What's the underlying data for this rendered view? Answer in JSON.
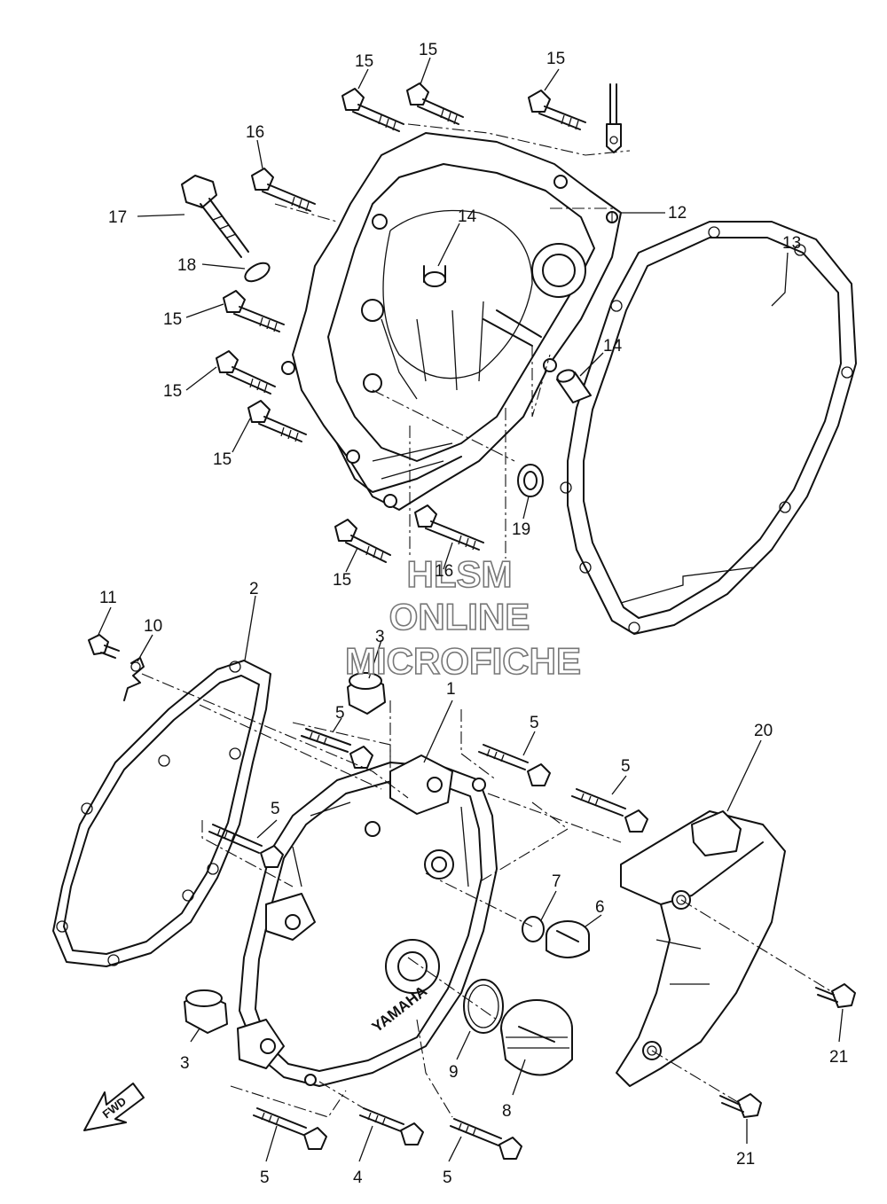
{
  "callouts": [
    {
      "id": "c15a",
      "text": "15"
    },
    {
      "id": "c15b",
      "text": "15"
    },
    {
      "id": "c15c",
      "text": "15"
    },
    {
      "id": "c16a",
      "text": "16"
    },
    {
      "id": "c17",
      "text": "17"
    },
    {
      "id": "c12",
      "text": "12"
    },
    {
      "id": "c14a",
      "text": "14"
    },
    {
      "id": "c18",
      "text": "18"
    },
    {
      "id": "c13",
      "text": "13"
    },
    {
      "id": "c15d",
      "text": "15"
    },
    {
      "id": "c14b",
      "text": "14"
    },
    {
      "id": "c15e",
      "text": "15"
    },
    {
      "id": "c15f",
      "text": "15"
    },
    {
      "id": "c19",
      "text": "19"
    },
    {
      "id": "c15g",
      "text": "15"
    },
    {
      "id": "c16b",
      "text": "16"
    },
    {
      "id": "c2",
      "text": "2"
    },
    {
      "id": "c11",
      "text": "11"
    },
    {
      "id": "c10",
      "text": "10"
    },
    {
      "id": "c3a",
      "text": "3"
    },
    {
      "id": "c1",
      "text": "1"
    },
    {
      "id": "c5a",
      "text": "5"
    },
    {
      "id": "c5b",
      "text": "5"
    },
    {
      "id": "c20",
      "text": "20"
    },
    {
      "id": "c5c",
      "text": "5"
    },
    {
      "id": "c5d",
      "text": "5"
    },
    {
      "id": "c7",
      "text": "7"
    },
    {
      "id": "c6",
      "text": "6"
    },
    {
      "id": "c3b",
      "text": "3"
    },
    {
      "id": "c9",
      "text": "9"
    },
    {
      "id": "c8",
      "text": "8"
    },
    {
      "id": "c21a",
      "text": "21"
    },
    {
      "id": "c5e",
      "text": "5"
    },
    {
      "id": "c4",
      "text": "4"
    },
    {
      "id": "c5f",
      "text": "5"
    },
    {
      "id": "c21b",
      "text": "21"
    }
  ],
  "watermark": [
    "HLSM",
    "ONLINE",
    "MICROFICHE"
  ],
  "cover_brand": "YAMAHA",
  "direction_arrow": "FWD",
  "icons": {
    "direction": "fwd-arrow-icon"
  }
}
